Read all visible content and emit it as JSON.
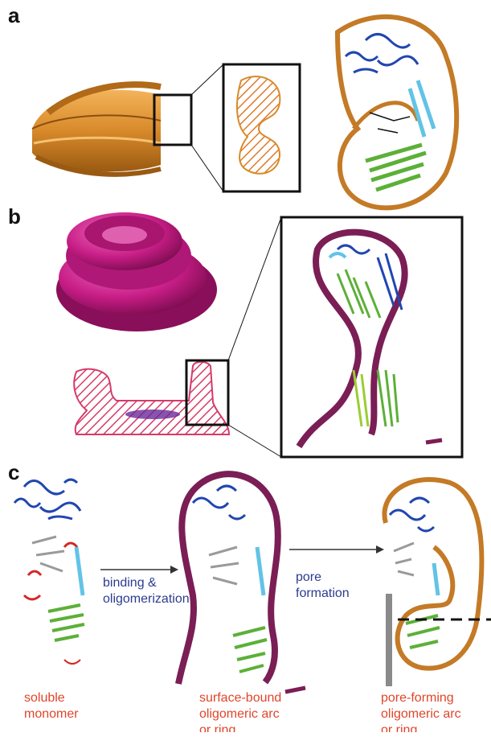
{
  "panels": {
    "a": {
      "letter": "a"
    },
    "b": {
      "letter": "b"
    },
    "c": {
      "letter": "c",
      "steps": [
        {
          "line1": "binding &",
          "line2": "oligomerization"
        },
        {
          "line1": "pore",
          "line2": "formation"
        }
      ],
      "states": [
        {
          "line1": "soluble",
          "line2": "monomer"
        },
        {
          "line1": "surface-bound",
          "line2": "oligomeric arc",
          "line3": "or ring"
        },
        {
          "line1": "pore-forming",
          "line2": "oligomeric arc",
          "line3": "or ring"
        }
      ]
    }
  },
  "colors": {
    "orange": "#d88a2a",
    "magenta": "#c71d86",
    "purple_membrane": "#7a1e55",
    "domain_blue": "#2146b0",
    "domain_cyan": "#62c3e6",
    "domain_green": "#5cb038",
    "domain_gray": "#9a9a9a",
    "domain_red": "#d72626",
    "step_text": "#2b3c8f",
    "state_text": "#e0452a"
  }
}
